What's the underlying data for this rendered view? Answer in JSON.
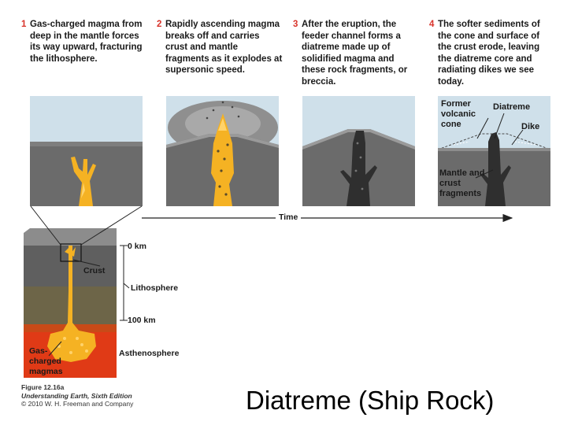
{
  "steps": [
    {
      "num": "1",
      "text": "Gas-charged magma from deep in the mantle forces its way upward, fracturing the lithosphere."
    },
    {
      "num": "2",
      "text": "Rapidly ascending magma breaks off and carries crust and mantle fragments as it explodes at supersonic speed."
    },
    {
      "num": "3",
      "text": "After the eruption, the feeder channel forms a diatreme made up of solidified magma and these rock fragments, or breccia."
    },
    {
      "num": "4",
      "text": "The softer sediments of the cone and surface of the crust erode, leaving the diatreme core and radiating dikes we see today."
    }
  ],
  "panel4_labels": {
    "former_cone": "Former volcanic cone",
    "diatreme": "Diatreme",
    "dike": "Dike",
    "mantle_fragments": "Mantle and crust fragments"
  },
  "time_label": "Time",
  "cross_section": {
    "zero_km": "0 km",
    "crust": "Crust",
    "lithosphere": "Lithosphere",
    "hundred_km": "100 km",
    "asthenosphere": "Asthenosphere",
    "gas_magmas": "Gas-charged magmas"
  },
  "figure_caption": {
    "figure": "Figure 12.16a",
    "book": "Understanding Earth, Sixth Edition",
    "copyright": "© 2010 W. H. Freeman and Company"
  },
  "title": "Diatreme (Ship Rock)",
  "colors": {
    "step_number": "#d8332a",
    "sky": "#cfe0ea",
    "rock": "#6b6b6b",
    "magma": "#f5b223",
    "asthenosphere": "#e03a16",
    "lithosphere": "#6d6548",
    "diatreme": "#2f2f2f"
  }
}
